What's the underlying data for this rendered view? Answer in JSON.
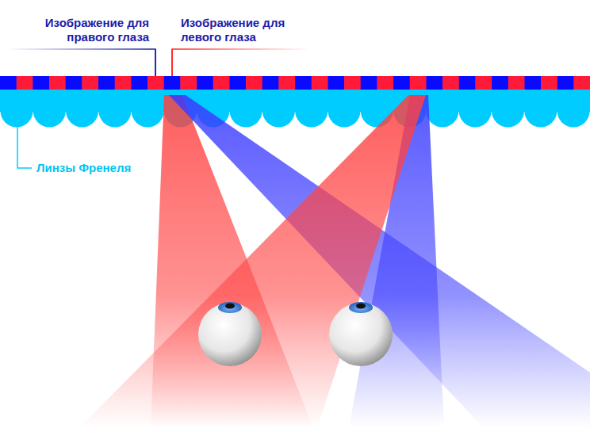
{
  "diagram": {
    "labels": [
      "Изображение для правого глаза",
      "Изображение для левого глаза",
      "Линзы Френеля"
    ]
  }
}
